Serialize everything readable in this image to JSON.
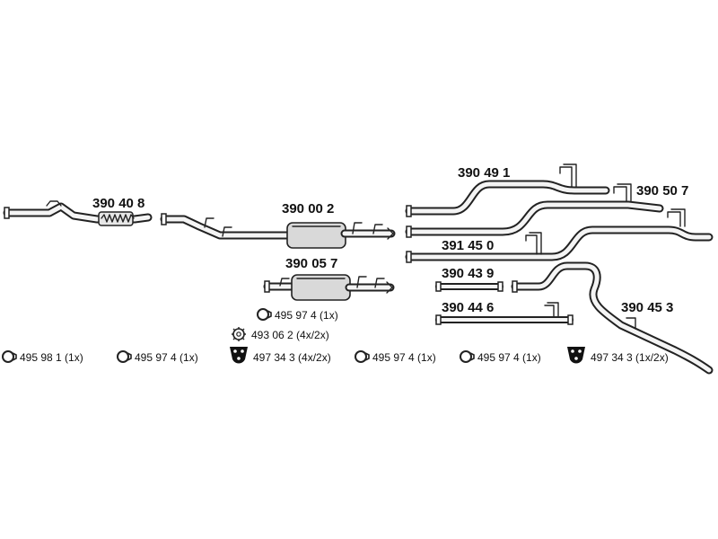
{
  "parts": [
    {
      "id": "p1",
      "number": "390 40 8"
    },
    {
      "id": "p2",
      "number": "390 00 2"
    },
    {
      "id": "p3",
      "number": "390 05 7"
    },
    {
      "id": "p4",
      "number": "390 49 1"
    },
    {
      "id": "p5",
      "number": "390 50 7"
    },
    {
      "id": "p6",
      "number": "391 45 0"
    },
    {
      "id": "p7",
      "number": "390 43 9"
    },
    {
      "id": "p8",
      "number": "390 44 6"
    },
    {
      "id": "p9",
      "number": "390 45 3"
    }
  ],
  "accessories": [
    {
      "id": "a1",
      "icon": "clamp-ring-icon",
      "text": "495 97 4 (1x)"
    },
    {
      "id": "a2",
      "icon": "star-washer-icon",
      "text": "493 06 2 (4x/2x)"
    },
    {
      "id": "a3",
      "icon": "clamp-ring-icon",
      "text": "495 98 1 (1x)"
    },
    {
      "id": "a4",
      "icon": "clamp-ring-icon",
      "text": "495 97 4 (1x)"
    },
    {
      "id": "a5",
      "icon": "rubber-mount-icon",
      "text": "497 34 3 (4x/2x)"
    },
    {
      "id": "a6",
      "icon": "clamp-ring-icon",
      "text": "495 97 4 (1x)"
    },
    {
      "id": "a7",
      "icon": "clamp-ring-icon",
      "text": "495 97 4 (1x)"
    },
    {
      "id": "a8",
      "icon": "rubber-mount-icon",
      "text": "497 34 3 (1x/2x)"
    }
  ],
  "colors": {
    "line": "#222222",
    "text": "#111111",
    "background": "#ffffff"
  }
}
